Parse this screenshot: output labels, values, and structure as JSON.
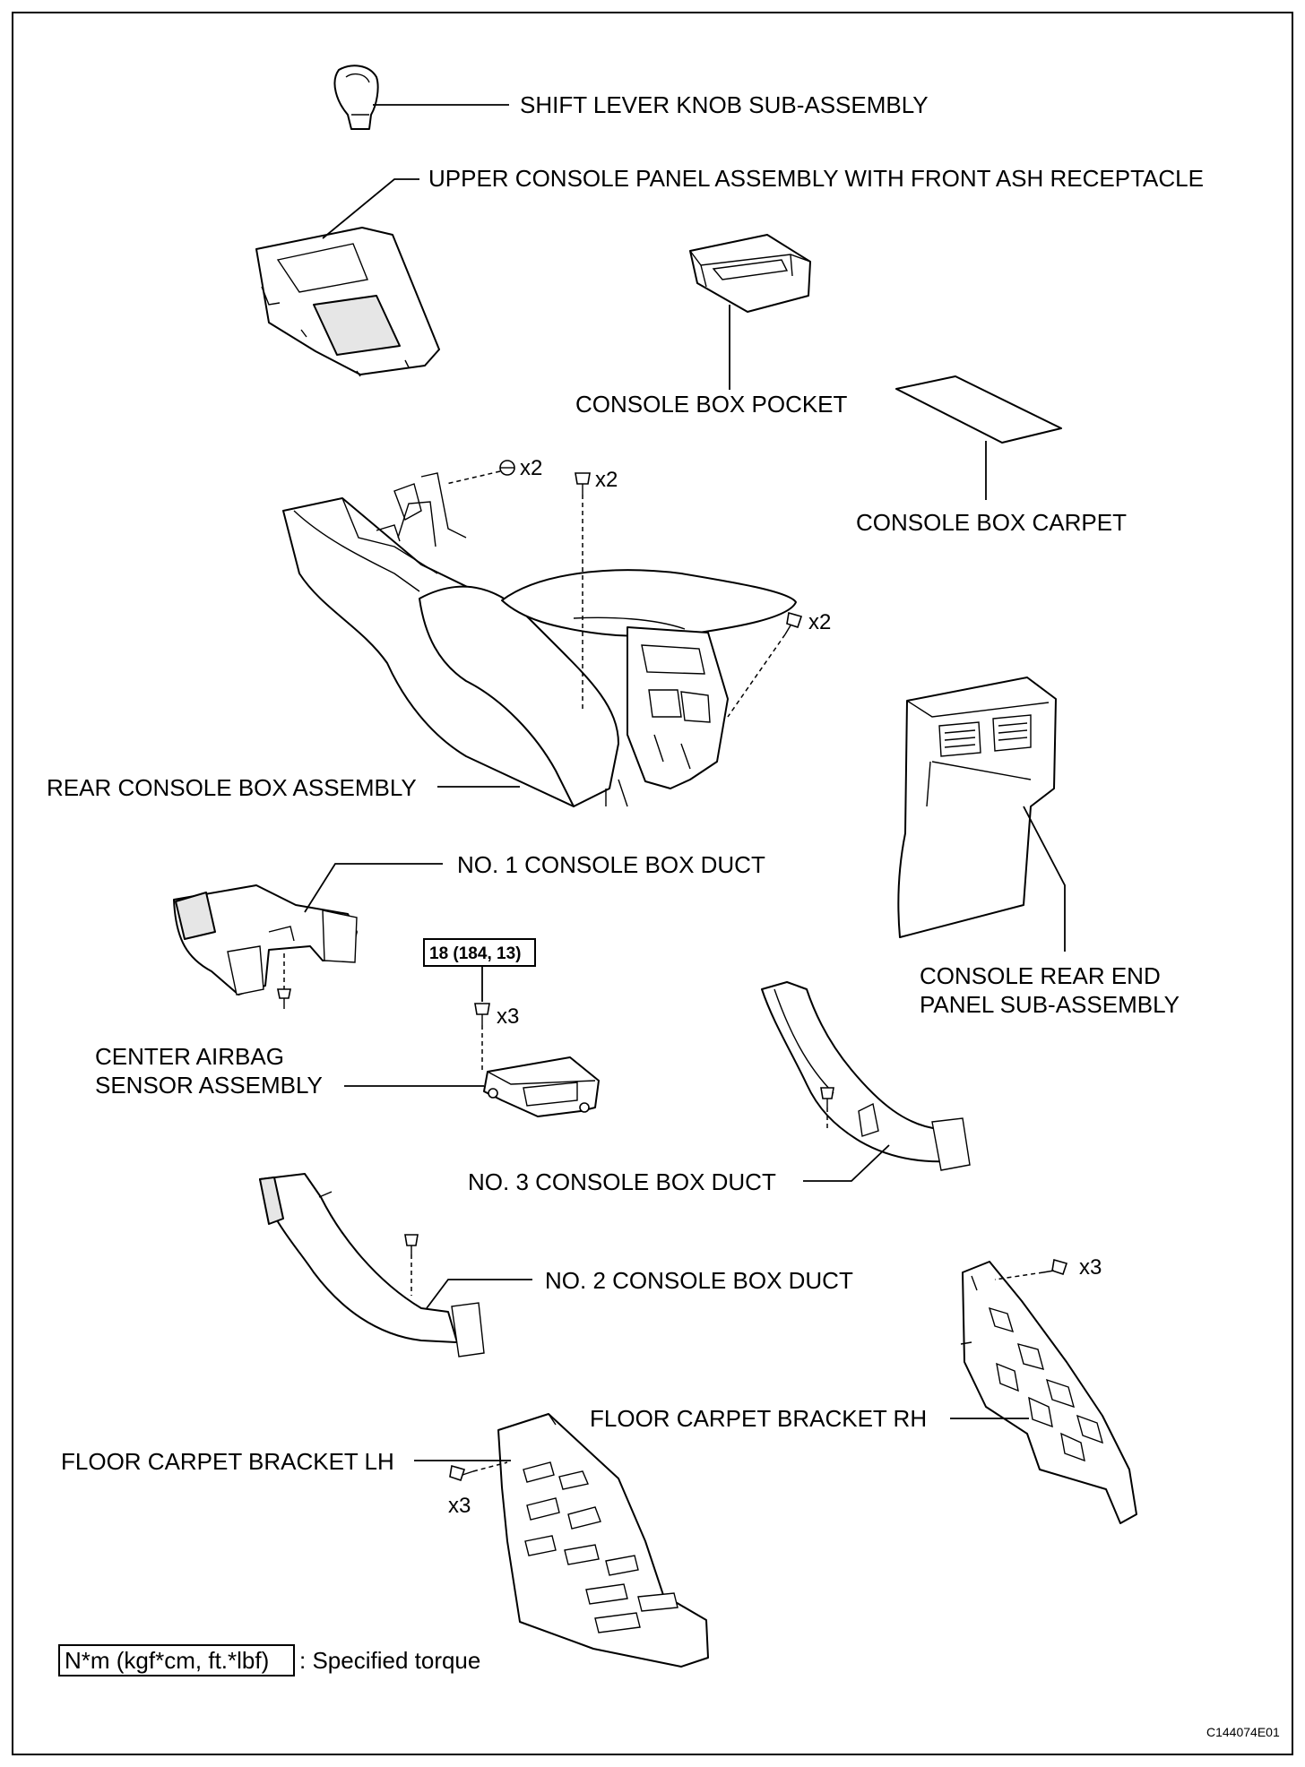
{
  "labels": {
    "shift_lever_knob": "SHIFT LEVER KNOB SUB-ASSEMBLY",
    "upper_console_panel": "UPPER CONSOLE PANEL ASSEMBLY WITH FRONT ASH RECEPTACLE",
    "console_box_pocket": "CONSOLE BOX POCKET",
    "console_box_carpet": "CONSOLE BOX CARPET",
    "rear_console_box": "REAR CONSOLE BOX ASSEMBLY",
    "console_rear_end_panel_line1": "CONSOLE REAR END",
    "console_rear_end_panel_line2": "PANEL SUB-ASSEMBLY",
    "no1_duct": "NO. 1 CONSOLE BOX DUCT",
    "center_airbag_line1": "CENTER AIRBAG",
    "center_airbag_line2": "SENSOR ASSEMBLY",
    "no3_duct": "NO. 3 CONSOLE BOX DUCT",
    "no2_duct": "NO. 2 CONSOLE BOX DUCT",
    "floor_bracket_rh": "FLOOR CARPET BRACKET RH",
    "floor_bracket_lh": "FLOOR CARPET BRACKET LH"
  },
  "quantities": {
    "clip_rear_console": "x2",
    "screw_rear_console_top": "x2",
    "screw_rear_console_side": "x2",
    "airbag_bolts": "x3",
    "bracket_rh_screws": "x3",
    "bracket_lh_screws": "x3"
  },
  "torque_spec": "18 (184, 13)",
  "legend": {
    "unit_box": "N*m (kgf*cm, ft.*lbf)",
    "description": ": Specified torque"
  },
  "figure_code": "C144074E01"
}
